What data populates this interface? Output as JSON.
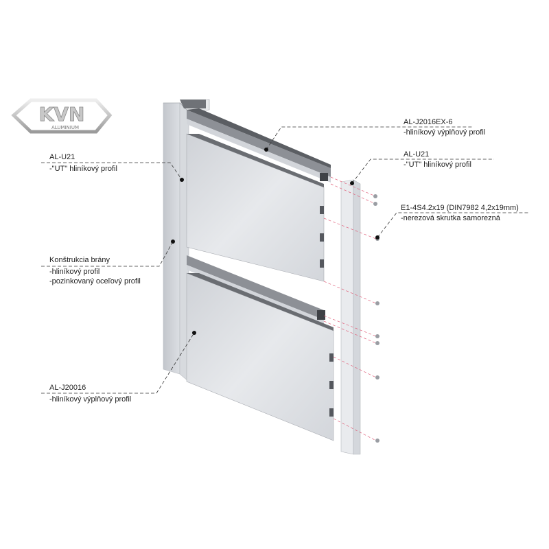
{
  "logo": {
    "main": "KVN",
    "sub": "ALUMINIUM"
  },
  "callouts": [
    {
      "id": "top-profile",
      "code": "AL-J2016EX-6",
      "desc": [
        "-hliníkový výplňový profil"
      ]
    },
    {
      "id": "right-post",
      "code": "AL-U21",
      "desc": [
        "-\"UT\" hliníkový profil"
      ]
    },
    {
      "id": "screw",
      "code": "E1-4S4.2x19 (DIN7982 4,2x19mm)",
      "desc": [
        "-nerezová skrutka samorezná"
      ]
    },
    {
      "id": "left-post",
      "code": "AL-U21",
      "desc": [
        "-\"UT\" hliníkový profil"
      ]
    },
    {
      "id": "gate-frame",
      "code": "Konštrukcia brány",
      "desc": [
        "-hliníkový profil",
        "-pozinkovaný oceľový profil"
      ]
    },
    {
      "id": "panel",
      "code": "AL-J20016",
      "desc": [
        "-hliníkový výplňový profil"
      ]
    }
  ],
  "colors": {
    "metal_light": "#e4e6ea",
    "metal_mid": "#c9ccd2",
    "metal_dark": "#55585e",
    "leader": "#333333",
    "screw_guide": "#e0607a"
  }
}
